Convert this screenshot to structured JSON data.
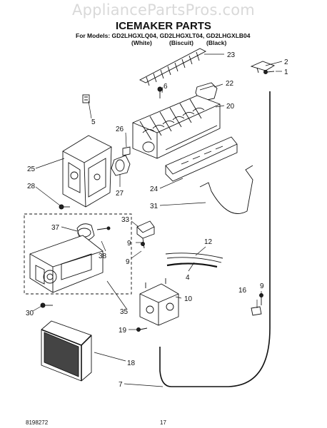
{
  "watermark": "AppliancePartsPros.com",
  "title": "ICEMAKER PARTS",
  "models_line": "For Models: GD2LHGXLQ04, GD2LHGXLT04, GD2LHGXLB04",
  "variants": [
    "(White)",
    "(Biscuit)",
    "(Black)"
  ],
  "callouts": {
    "c23": "23",
    "c2": "2",
    "c1": "1",
    "c6": "6",
    "c22": "22",
    "c5": "5",
    "c20": "20",
    "c26": "26",
    "c25": "25",
    "c28": "28",
    "c27": "27",
    "c24": "24",
    "c31": "31",
    "c33": "33",
    "c37": "37",
    "c9a": "9",
    "c9b": "9",
    "c12": "12",
    "c38": "38",
    "c4": "4",
    "c16": "16",
    "c9c": "9",
    "c10": "10",
    "c30": "30",
    "c35": "35",
    "c19": "19",
    "c18": "18",
    "c7": "7"
  },
  "footer": {
    "doc_number": "8198272",
    "page_number": "17"
  }
}
